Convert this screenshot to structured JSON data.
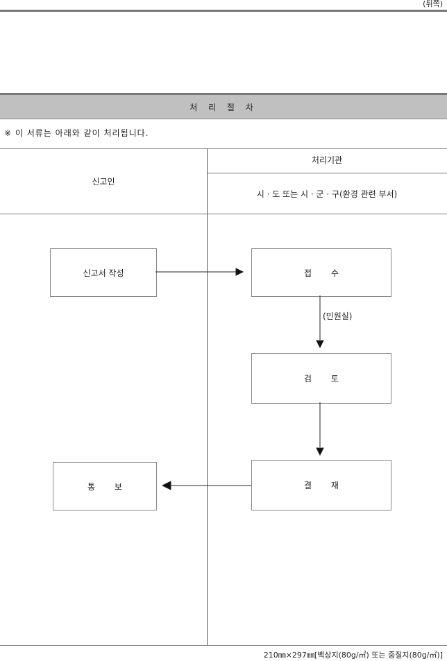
{
  "page_note": "(뒤쪽)",
  "section_title": "처 리 절 차",
  "notice": "※ 이 서류는 아래와 같이 처리됩니다.",
  "columns": {
    "applicant": "신고인",
    "agency": "처리기관",
    "agency_sub": "시 · 도 또는 시 · 군 · 구(환경 관련 부서)"
  },
  "steps": {
    "write": "신고서 작성",
    "receive": "접 수",
    "receive_note": "(민원실)",
    "review": "검 토",
    "approve": "결 재",
    "notify": "통 보"
  },
  "footer": "210㎜×297㎜[백상지(80g/㎡) 또는 중질지(80g/㎡)]"
}
